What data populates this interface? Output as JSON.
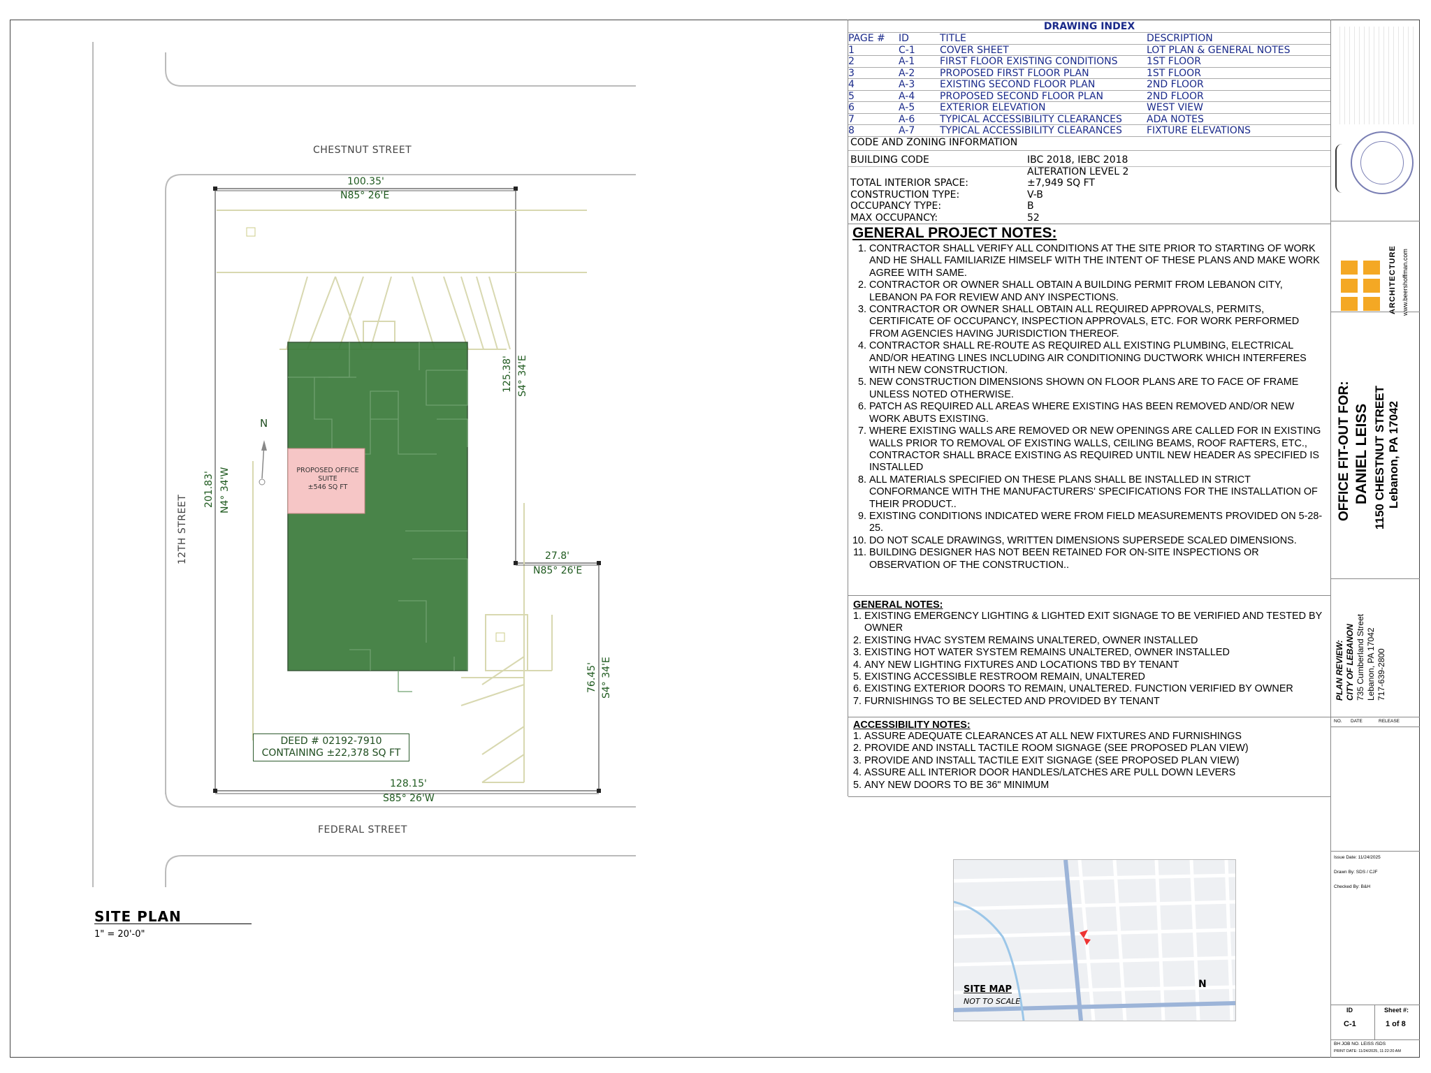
{
  "site_plan": {
    "streets": {
      "north": "CHESTNUT STREET",
      "south": "FEDERAL STREET",
      "west": "12TH STREET"
    },
    "dimensions": {
      "north_length": "100.35'",
      "north_bearing": "N85° 26'E",
      "east_length": "125.38'",
      "east_bearing": "S4° 34'E",
      "jog_length": "27.8'",
      "jog_bearing": "N85° 26'E",
      "east2_length": "76.45'",
      "east2_bearing": "S4° 34'E",
      "south_length": "128.15'",
      "south_bearing": "S85° 26'W",
      "west_length": "201.83'",
      "west_bearing": "N4° 34'W"
    },
    "north_arrow": "N",
    "suite_label": [
      "PROPOSED OFFICE",
      "SUITE",
      "±546 SQ FT"
    ],
    "deed": [
      "DEED # 02192-7910",
      "CONTAINING ±22,378 SQ FT"
    ],
    "title": "SITE PLAN",
    "scale": "1\" = 20'-0\""
  },
  "drawing_index": {
    "heading": "DRAWING INDEX",
    "columns": [
      "PAGE #",
      "ID",
      "TITLE",
      "DESCRIPTION"
    ],
    "rows": [
      [
        "1",
        "C-1",
        "COVER SHEET",
        "LOT PLAN & GENERAL NOTES"
      ],
      [
        "2",
        "A-1",
        "FIRST FLOOR EXISTING CONDITIONS",
        "1ST FLOOR"
      ],
      [
        "3",
        "A-2",
        "PROPOSED FIRST FLOOR PLAN",
        "1ST FLOOR"
      ],
      [
        "4",
        "A-3",
        "EXISTING SECOND FLOOR PLAN",
        "2ND FLOOR"
      ],
      [
        "5",
        "A-4",
        "PROPOSED SECOND FLOOR PLAN",
        "2ND FLOOR"
      ],
      [
        "6",
        "A-5",
        "EXTERIOR ELEVATION",
        "WEST VIEW"
      ],
      [
        "7",
        "A-6",
        "TYPICAL ACCESSIBILITY CLEARANCES",
        "ADA NOTES"
      ],
      [
        "8",
        "A-7",
        "TYPICAL ACCESSIBILITY CLEARANCES",
        "FIXTURE ELEVATIONS"
      ]
    ]
  },
  "code": {
    "heading": "CODE AND ZONING INFORMATION",
    "rows": [
      [
        "BUILDING CODE",
        "IBC 2018, IEBC 2018"
      ],
      [
        "",
        "ALTERATION LEVEL 2"
      ],
      [
        "TOTAL INTERIOR SPACE:",
        "±7,949 SQ FT"
      ],
      [
        "CONSTRUCTION TYPE:",
        "V-B"
      ],
      [
        "OCCUPANCY TYPE:",
        "B"
      ],
      [
        "MAX OCCUPANCY:",
        "52"
      ]
    ]
  },
  "general_project_notes": {
    "title": "GENERAL PROJECT NOTES:",
    "items": [
      "CONTRACTOR SHALL  VERIFY ALL CONDITIONS AT THE SITE PRIOR TO STARTING OF WORK AND HE SHALL FAMILIARIZE HIMSELF WITH THE INTENT OF THESE PLANS AND MAKE WORK AGREE WITH SAME.",
      "CONTRACTOR OR OWNER SHALL OBTAIN A BUILDING PERMIT FROM LEBANON CITY, LEBANON PA FOR REVIEW AND ANY INSPECTIONS.",
      "CONTRACTOR OR OWNER SHALL OBTAIN ALL REQUIRED APPROVALS, PERMITS, CERTIFICATE OF OCCUPANCY, INSPECTION APPROVALS, ETC. FOR WORK PERFORMED FROM AGENCIES HAVING JURISDICTION THEREOF.",
      "CONTRACTOR SHALL RE-ROUTE AS REQUIRED ALL EXISTING PLUMBING, ELECTRICAL AND/OR HEATING LINES INCLUDING AIR CONDITIONING DUCTWORK WHICH INTERFERES WITH NEW CONSTRUCTION.",
      "NEW CONSTRUCTION DIMENSIONS SHOWN ON FLOOR PLANS ARE TO FACE OF FRAME UNLESS NOTED OTHERWISE.",
      "PATCH AS REQUIRED ALL AREAS WHERE EXISTING HAS BEEN REMOVED AND/OR NEW WORK ABUTS EXISTING.",
      "WHERE EXISTING WALLS ARE REMOVED OR NEW OPENINGS ARE CALLED FOR IN EXISTING WALLS PRIOR TO REMOVAL OF EXISTING WALLS, CEILING BEAMS, ROOF RAFTERS, ETC., CONTRACTOR SHALL BRACE EXISTING AS REQUIRED UNTIL NEW HEADER AS SPECIFIED IS INSTALLED",
      "ALL MATERIALS SPECIFIED ON THESE PLANS SHALL BE INSTALLED IN STRICT CONFORMANCE WITH THE MANUFACTURERS' SPECIFICATIONS FOR THE INSTALLATION OF THEIR PRODUCT..",
      "EXISTING CONDITIONS INDICATED WERE FROM FIELD MEASUREMENTS PROVIDED ON 5-28-25.",
      "DO NOT SCALE DRAWINGS, WRITTEN DIMENSIONS SUPERSEDE SCALED DIMENSIONS.",
      "BUILDING DESIGNER HAS NOT BEEN RETAINED FOR ON-SITE INSPECTIONS OR OBSERVATION OF THE CONSTRUCTION.."
    ]
  },
  "general_notes": {
    "title": "GENERAL NOTES:",
    "items": [
      "EXISTING EMERGENCY LIGHTING & LIGHTED EXIT SIGNAGE TO BE VERIFIED AND TESTED BY OWNER",
      "EXISTING HVAC SYSTEM REMAINS UNALTERED, OWNER INSTALLED",
      "EXISTING HOT WATER SYSTEM REMAINS UNALTERED, OWNER INSTALLED",
      "ANY NEW LIGHTING FIXTURES AND LOCATIONS TBD BY TENANT",
      "EXISTING ACCESSIBLE RESTROOM REMAIN, UNALTERED",
      "EXISTING EXTERIOR DOORS TO REMAIN, UNALTERED.  FUNCTION VERIFIED BY OWNER",
      "FURNISHINGS TO BE SELECTED AND PROVIDED BY TENANT"
    ]
  },
  "accessibility_notes": {
    "title": "ACCESSIBILITY NOTES:",
    "items": [
      "ASSURE ADEQUATE CLEARANCES AT ALL NEW FIXTURES AND FURNISHINGS",
      "PROVIDE AND INSTALL TACTILE ROOM SIGNAGE (SEE PROPOSED PLAN VIEW)",
      "PROVIDE AND INSTALL TACTILE EXIT SIGNAGE  (SEE PROPOSED PLAN VIEW)",
      "ASSURE ALL INTERIOR DOOR HANDLES/LATCHES ARE PULL DOWN LEVERS",
      "ANY NEW DOORS TO BE 36\" MINIMUM"
    ]
  },
  "site_map": {
    "title": "SITE MAP",
    "subtitle": "NOT TO SCALE",
    "north": "N"
  },
  "title_block": {
    "firm": "ARCHITECTURE",
    "website": "www.beershoffman.com",
    "project_line1": "OFFICE FIT-OUT FOR:",
    "project_line2": "DANIEL LEISS",
    "project_line3": "1150 CHESTNUT STREET",
    "project_line4": "Lebanon, PA 17042",
    "review_line1": "PLAN REVIEW:",
    "review_line2": "CITY OF LEBANON",
    "review_line3": "735 Cumberland Street",
    "review_line4": "Lebanon, PA 17042",
    "review_line5": "717-639-2800",
    "rev_cols": [
      "NO.",
      "DATE",
      "RELEASE"
    ],
    "issue_date": "Issue Date:  11/24/2025",
    "drawn_by": "Drawn By:  SDS / CJF",
    "checked_by": "Checked By:  B&H",
    "id_label": "ID",
    "sheet_label": "Sheet #:",
    "id_value": "C-1",
    "sheet_value": "1 of 8",
    "job_no": "BH JOB NO.   LEISS /SDS",
    "print_date": "PRINT DATE: 11/24/2025, 11:22:20 AM"
  }
}
